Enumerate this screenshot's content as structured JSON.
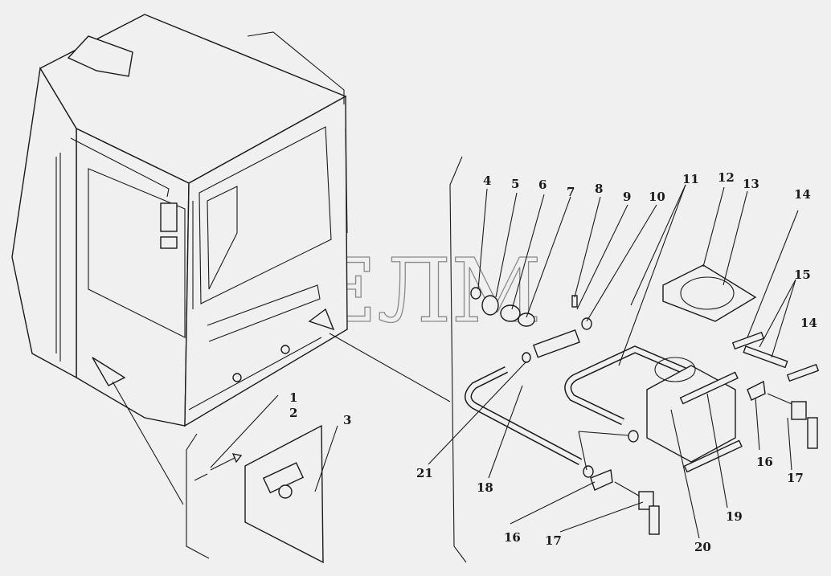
{
  "watermark": "СЕЛМ",
  "callouts": [
    "1",
    "2",
    "3",
    "4",
    "5",
    "6",
    "7",
    "8",
    "9",
    "10",
    "11",
    "12",
    "13",
    "14",
    "15",
    "14",
    "16",
    "17",
    "18",
    "19",
    "20",
    "21",
    "16",
    "17"
  ]
}
